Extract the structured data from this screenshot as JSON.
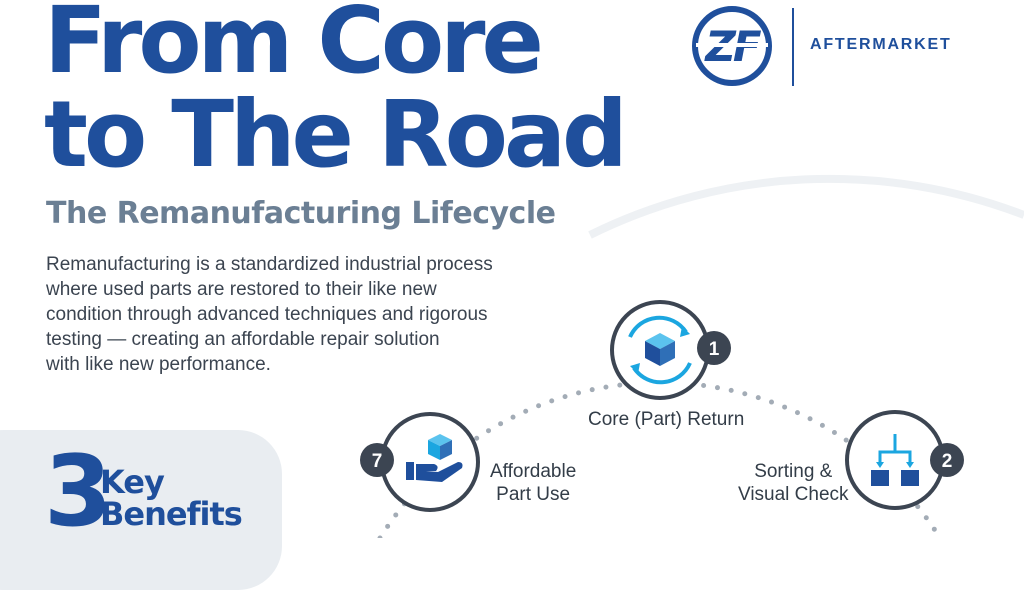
{
  "header": {
    "title_line1": "From Core",
    "title_line2": "to The Road",
    "subtitle": "The Remanufacturing Lifecycle"
  },
  "brand": {
    "logo_text": "ZF",
    "division": "AFTERMARKET",
    "color": "#1f4f9c"
  },
  "intro_lines": [
    "Remanufacturing is a standardized industrial process",
    "where used parts are restored to their like new",
    "condition through advanced techniques and rigorous",
    "testing — creating an affordable repair solution",
    "with like new performance."
  ],
  "benefits": {
    "number": "3",
    "label_line1": "Key",
    "label_line2": "Benefits"
  },
  "cycle_steps": [
    {
      "number": "1",
      "label_lines": [
        "Core (Part) Return"
      ],
      "icon": "box-recycle-icon"
    },
    {
      "number": "2",
      "label_lines": [
        "Sorting &",
        "Visual Check"
      ],
      "icon": "sorting-flow-icon"
    },
    {
      "number": "7",
      "label_lines": [
        "Affordable",
        "Part Use"
      ],
      "icon": "hand-box-icon"
    }
  ],
  "colors": {
    "primary_blue": "#1f4f9c",
    "accent_cyan": "#1ba6e0",
    "badge_dark": "#3c4552",
    "dots_gray": "#a3acb6"
  }
}
